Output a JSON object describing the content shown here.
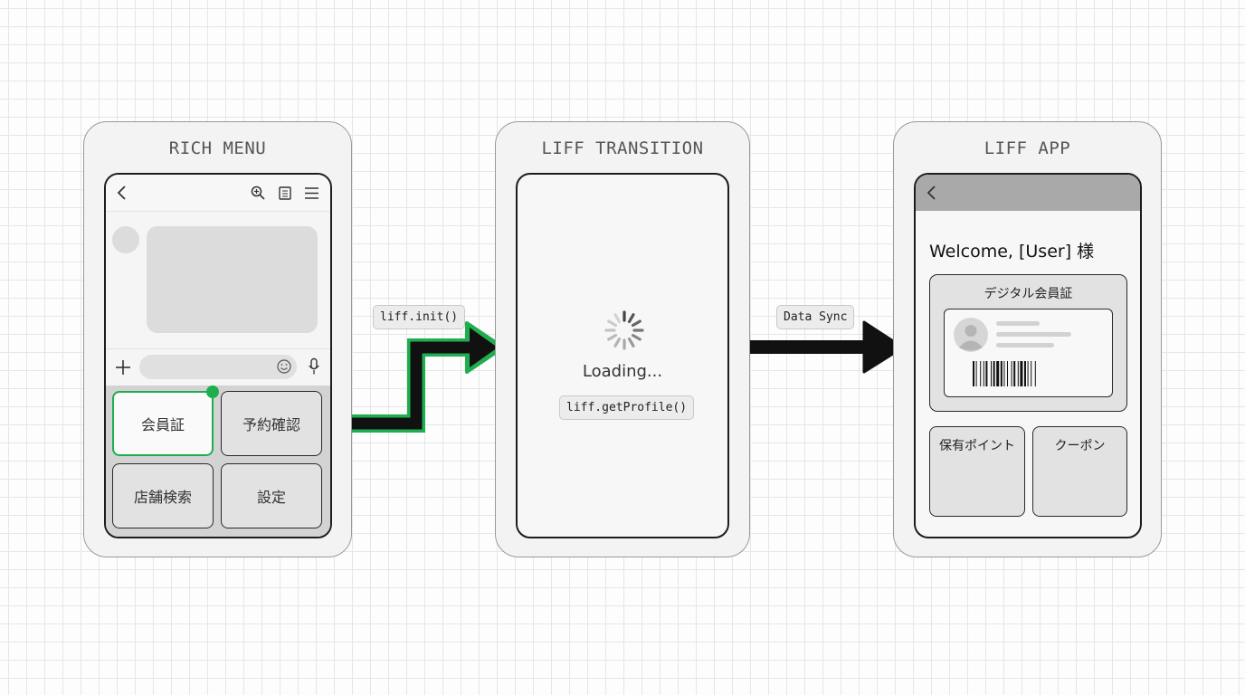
{
  "panels": {
    "rich_menu": {
      "title": "RICH MENU",
      "buttons": {
        "membership": "会員証",
        "reservation": "予約確認",
        "store_search": "店舗検索",
        "settings": "設定"
      }
    },
    "liff_transition": {
      "title": "LIFF TRANSITION",
      "loading_text": "Loading...",
      "api_call": "liff.getProfile()"
    },
    "liff_app": {
      "title": "LIFF APP",
      "welcome": "Welcome, [User] 様",
      "card_title": "デジタル会員証",
      "tile_points": "保有ポイント",
      "tile_coupon": "クーポン"
    }
  },
  "connectors": {
    "init_label": "liff.init()",
    "sync_label": "Data Sync"
  },
  "colors": {
    "accent_green": "#1fae4f",
    "arrow_black": "#111111",
    "panel_border": "#9a9a9a",
    "phone_border": "#1d1d1d"
  }
}
